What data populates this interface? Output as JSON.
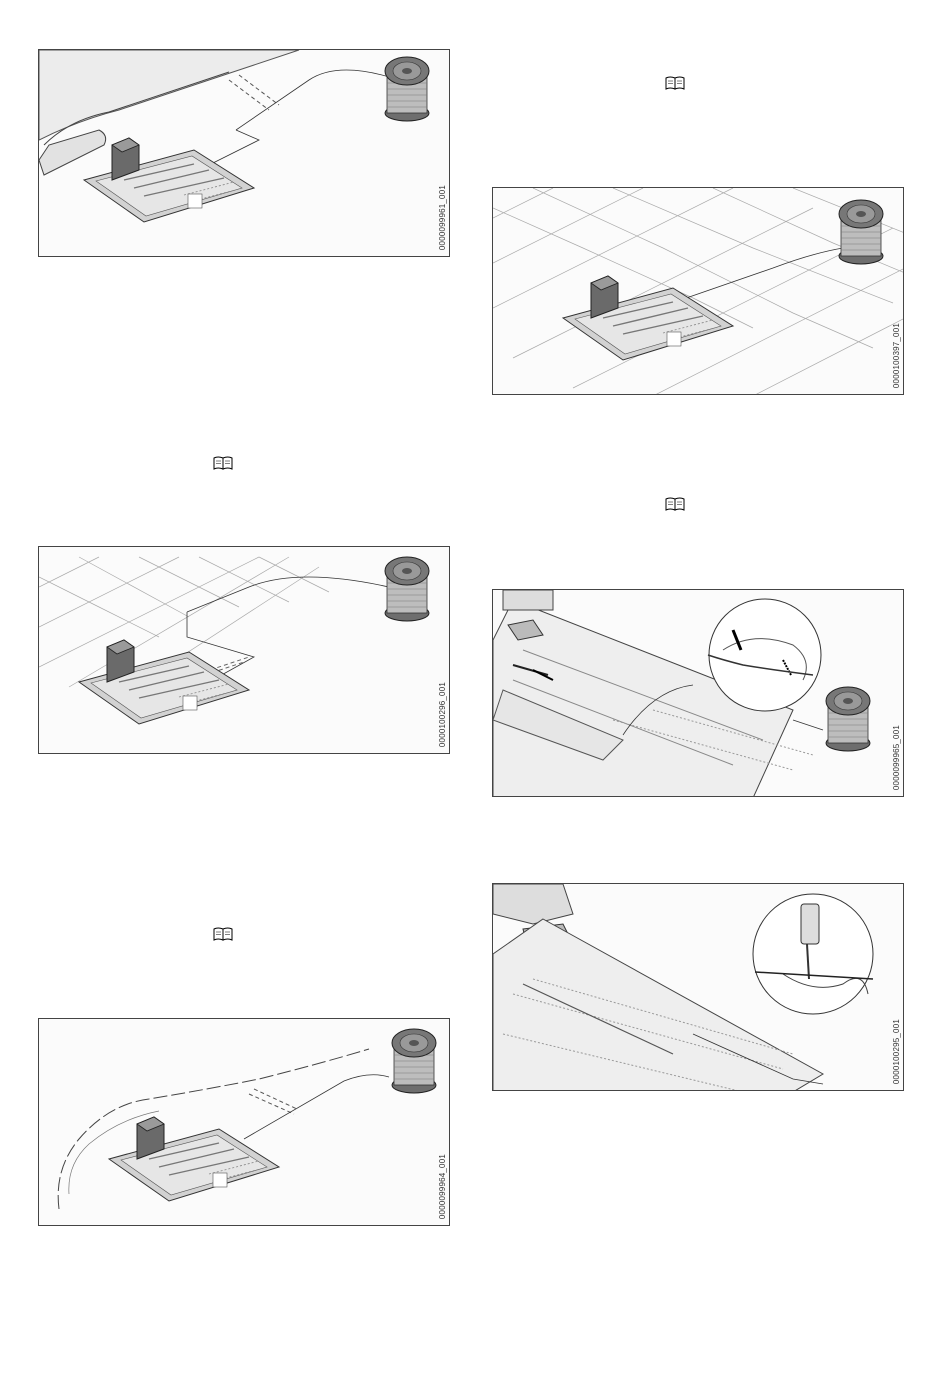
{
  "figures": {
    "fig1": {
      "code": "0000099961_001"
    },
    "fig2": {
      "code": "0000100296_001"
    },
    "fig3": {
      "code": "0000099964_001"
    },
    "fig4": {
      "code": "0000100397_001"
    },
    "fig5": {
      "code": "0000099965_001"
    },
    "fig6": {
      "code": "0000100295_001"
    }
  },
  "icons": {
    "manual": "book-icon"
  }
}
